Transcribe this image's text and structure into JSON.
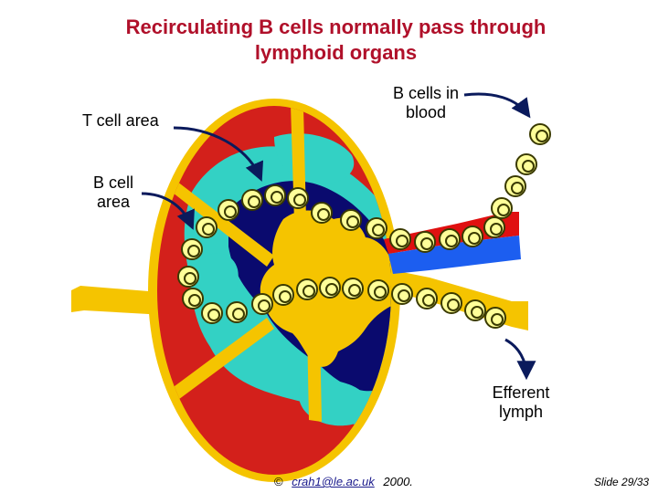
{
  "title": "Recirculating B cells normally pass through\nlymphoid organs",
  "labels": {
    "t_cell_area": "T cell area",
    "b_cells_in_blood": "B cells in\nblood",
    "b_cell_area": "B cell\narea",
    "efferent_lymph": "Efferent\nlymph"
  },
  "footer": {
    "copyright": "©",
    "email": "crah1@le.ac.uk",
    "year": "2000."
  },
  "slide_number": "Slide 29/33",
  "colors": {
    "title": "#b0102a",
    "capsule": "#f5c400",
    "cortex_red": "#d3201b",
    "t_zone_teal": "#33d1c4",
    "medulla_navy": "#0a0a6e",
    "lymph_yellow": "#f5c400",
    "vessel_red": "#e01010",
    "vessel_blue": "#1c5ef0",
    "cell_fill": "#ffff99",
    "cell_ring": "#3a3a00",
    "arrow": "#0a1a5c"
  },
  "icons": [
    "b-cell-icon",
    "arrow-icon"
  ]
}
